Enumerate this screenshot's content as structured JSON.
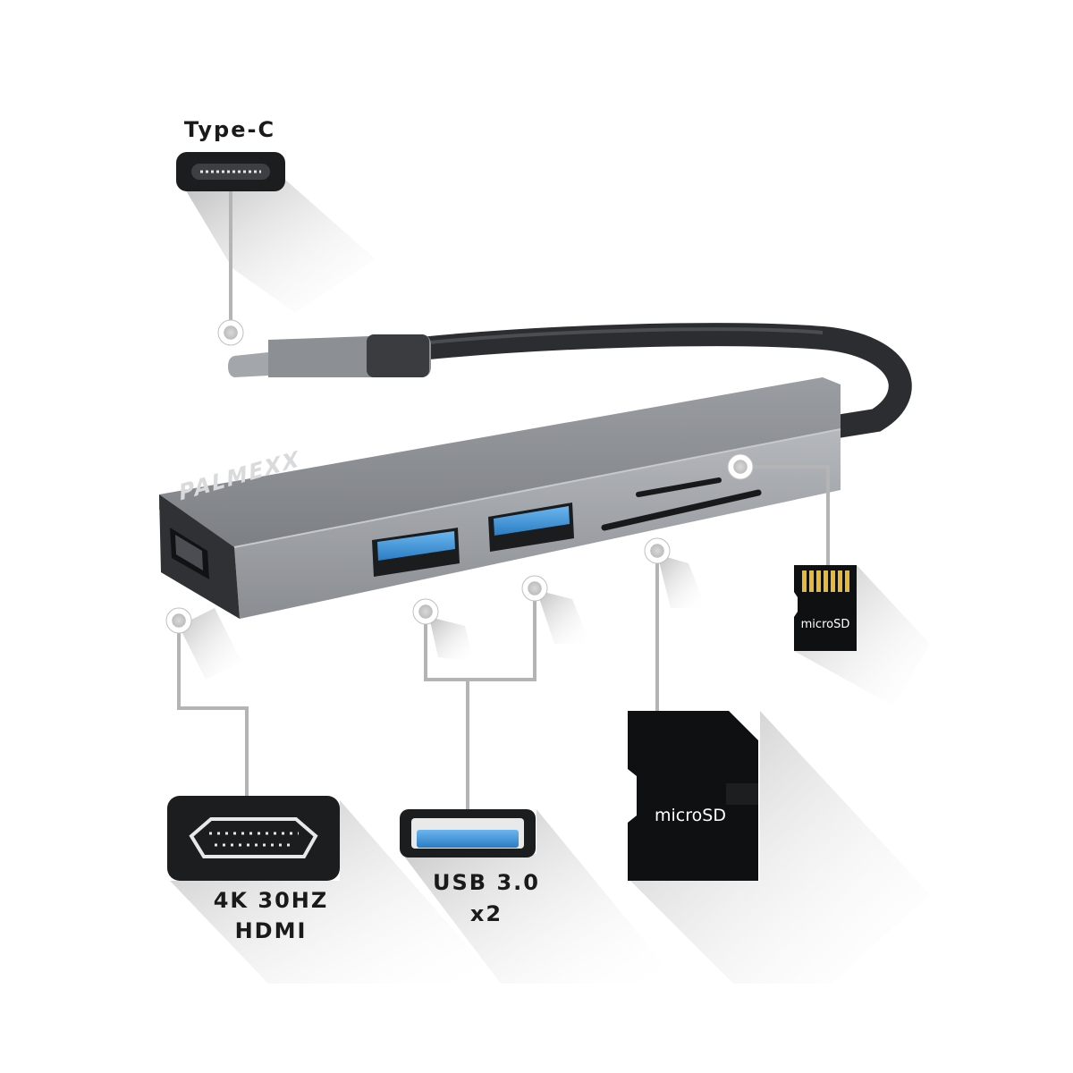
{
  "product": {
    "brand": "PALMEXX",
    "colors": {
      "body": "#8e9196",
      "cable": "#2b2d30",
      "usb_blue": "#3a8fd6",
      "shadow": "#c8c8c8",
      "line": "#b4b4b4"
    }
  },
  "labels": {
    "type_c": "Type-C",
    "hdmi_line1": "4K 30HZ",
    "hdmi_line2": "HDMI",
    "usb_line1": "USB 3.0",
    "usb_line2": "x2",
    "sd_card": "microSD",
    "microsd_card": "microSD"
  },
  "icons": [
    "type-c-port-icon",
    "hdmi-port-icon",
    "usb-port-icon",
    "sd-card-icon",
    "microsd-card-icon"
  ]
}
